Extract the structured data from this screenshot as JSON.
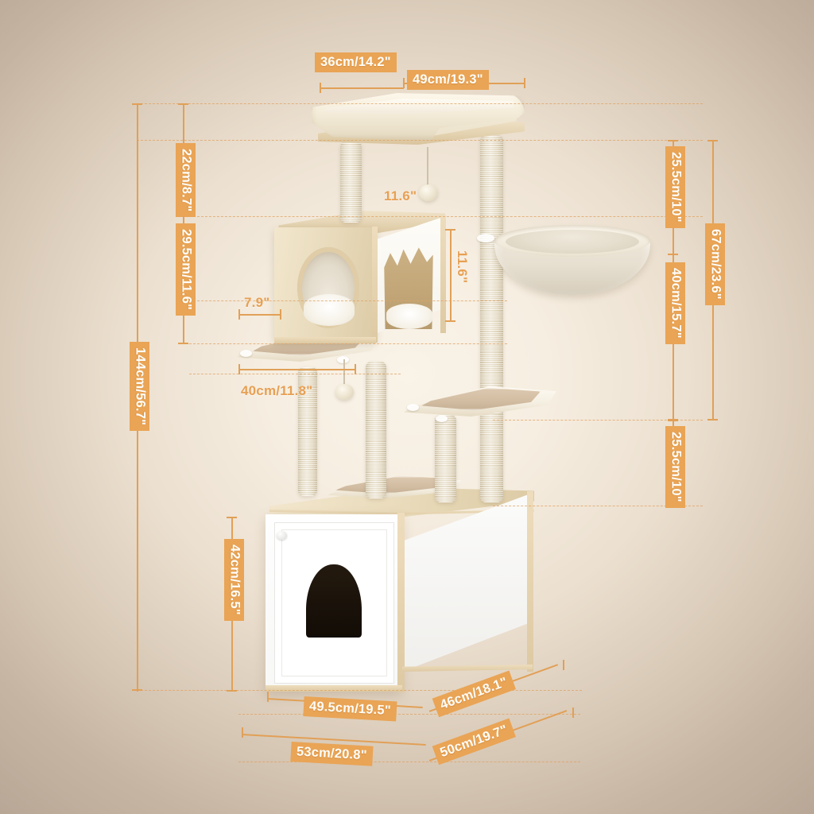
{
  "product": {
    "name": "Multi-level cat tree with litter box enclosure",
    "accent_color": "#e9a455",
    "line_color": "#e1a057"
  },
  "dimensions": {
    "top_bed_depth": "36cm/14.2\"",
    "top_bed_width": "49cm/19.3\"",
    "bed_to_condo": "22cm/8.7\"",
    "condo_height_left": "29.5cm/11.6\"",
    "total_height": "144cm/56.7\"",
    "condo_inner_height": "11.6\"",
    "condo_depth_note": "11.6\"",
    "shelf_overhang": "7.9\"",
    "shelf_width": "40cm/11.8\"",
    "litter_box_height": "42cm/16.5\"",
    "post_to_hammock": "25.5cm/10\"",
    "hammock_section": "67cm/23.6\"",
    "hammock_drop": "40cm/15.7\"",
    "lower_section": "25.5cm/10\"",
    "base_front_inner": "49.5cm/19.5\"",
    "base_front_outer": "53cm/20.8\"",
    "base_side_inner": "46cm/18.1\"",
    "base_side_outer": "50cm/19.7\""
  },
  "parts": {
    "top_bed": "plush-top-bed",
    "condo": "cat-condo-cube",
    "hammock": "fabric-hammock-basket",
    "litter_cabinet": "litter-box-cabinet",
    "scratching_posts": "sisal-scratching-post",
    "platforms": "carpeted-platform",
    "toys": "hanging-pom-pom-toy"
  }
}
